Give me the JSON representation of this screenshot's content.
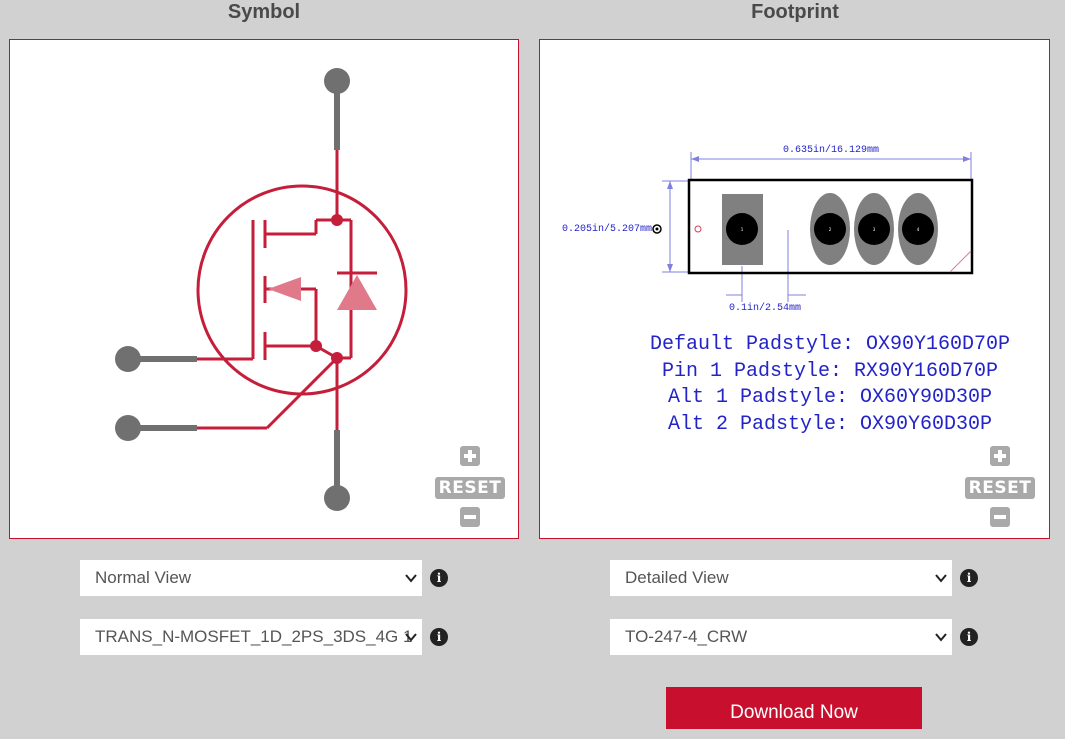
{
  "symbol": {
    "heading": "Symbol",
    "zoom": {
      "reset_label": "RESET"
    },
    "view_select": {
      "value": "Normal View"
    },
    "part_select": {
      "value": "TRANS_N-MOSFET_1D_2PS_3DS_4G 1"
    }
  },
  "footprint": {
    "heading": "Footprint",
    "dimensions": {
      "width": "0.635in/16.129mm",
      "height": "0.205in/5.207mm",
      "pitch": "0.1in/2.54mm"
    },
    "padstyles": [
      "Default Padstyle: OX90Y160D70P",
      "Pin 1 Padstyle: RX90Y160D70P",
      "Alt 1 Padstyle: OX60Y90D30P",
      "Alt 2 Padstyle: OX90Y60D30P"
    ],
    "pin_numbers": [
      "1",
      "2",
      "3",
      "4"
    ],
    "zoom": {
      "reset_label": "RESET"
    },
    "view_select": {
      "value": "Detailed View"
    },
    "package_select": {
      "value": "TO-247-4_CRW"
    }
  },
  "download": {
    "label": "Download Now"
  },
  "colors": {
    "brand_red": "#c8102e",
    "schematic_red": "#c41e3a",
    "pin_gray": "#707070",
    "dimension_blue": "#2323c8",
    "background": "#d1d1d1"
  },
  "icons": {
    "zoom_in": "plus-icon",
    "zoom_out": "minus-icon",
    "info": "info-icon",
    "dropdown": "chevron-down-icon"
  }
}
